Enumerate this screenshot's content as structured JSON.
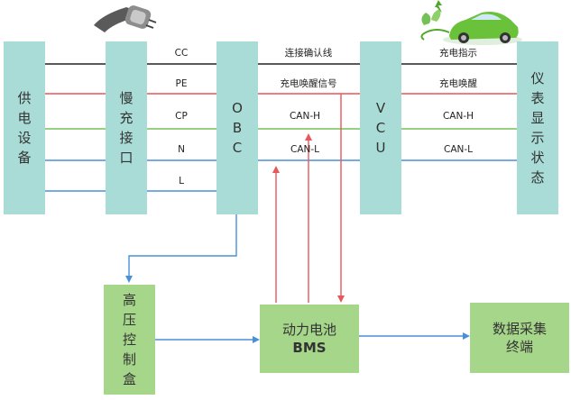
{
  "nodes": {
    "supply": "供电设备",
    "slow_port": "慢充接口",
    "obc": "OBC",
    "vcu": "VCU",
    "dashboard": "仪表显示状态",
    "hv_box": "高压控制盒",
    "bms_line1": "动力电池",
    "bms_line2": "BMS",
    "terminal_line1": "数据采集",
    "terminal_line2": "终端"
  },
  "wires_left": [
    "CC",
    "PE",
    "CP",
    "N",
    "L"
  ],
  "wires_mid": [
    "连接确认线",
    "充电唤醒信号",
    "CAN-H",
    "CAN-L"
  ],
  "wires_right": [
    "充电指示",
    "充电唤醒",
    "CAN-H",
    "CAN-L"
  ],
  "colors": {
    "teal_box": "#a9dcd6",
    "green_box": "#a6d68a",
    "black_wire": "#222222",
    "red_wire": "#e8575b",
    "green_wire": "#74c157",
    "blue_wire": "#4a90d9"
  },
  "icons": [
    "charging-plug-icon",
    "electric-car-icon"
  ]
}
